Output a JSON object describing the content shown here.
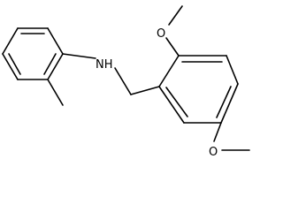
{
  "molecule": {
    "atom_labels": {
      "amine": "NH",
      "top_methoxy_oxygen": "O",
      "bottom_methoxy_oxygen": "O"
    }
  }
}
